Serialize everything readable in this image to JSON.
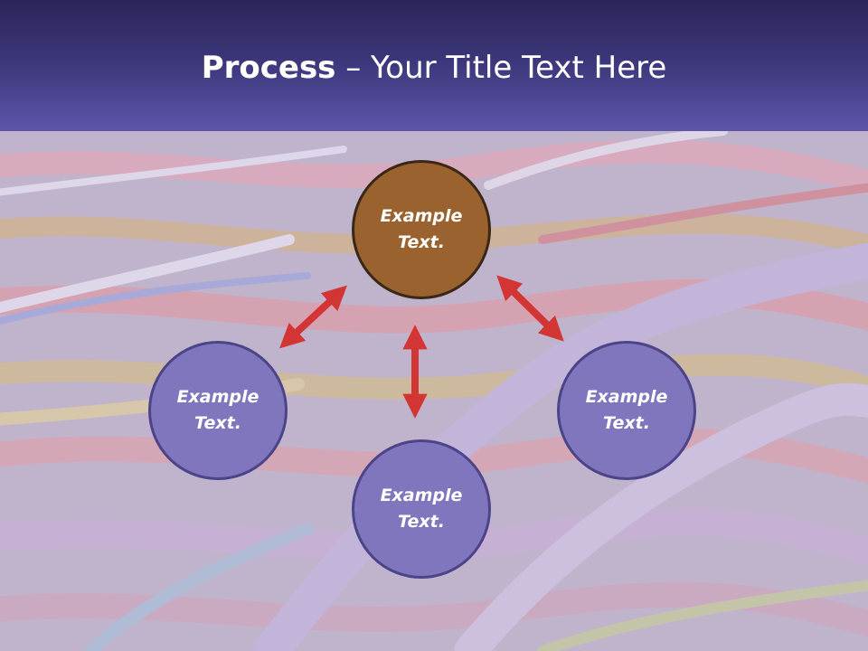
{
  "slide": {
    "title_bold": "Process",
    "title_rest": " – Your Title Text Here"
  },
  "nodes": {
    "top": {
      "label": "Example Text."
    },
    "left": {
      "label": "Example Text."
    },
    "right": {
      "label": "Example Text."
    },
    "bottom": {
      "label": "Example Text."
    }
  },
  "colors": {
    "header": "#3b3679",
    "top_node": "#9a622f",
    "side_nodes": "#8076bd",
    "arrows": "#d33434"
  }
}
